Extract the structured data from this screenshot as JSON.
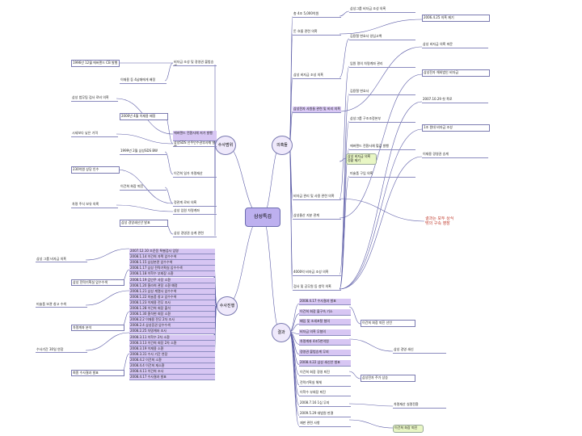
{
  "root": "삼성특검",
  "hubs": {
    "top": "의혹들",
    "left": "수사범위",
    "lower_left": "수사진행",
    "lower_right": "결과"
  },
  "top_branches": [
    "총 4조 5,000억원",
    "돈 흐름 관련 의혹",
    "삼성 비자금 조성 의혹",
    "삼성전자 사원들 관련 및 비리 의혹",
    "비자금 관리 및 사용 관련 의혹",
    "삼성물산 지분 관계",
    "4000억 비자금 조성 의혹",
    "검사 및 공무원 등 청탁 의혹"
  ],
  "top_notes": [
    "삼성그룹 비자금 조성 의혹",
    "2006.4.25 의혹 제기",
    "김용철 변호사 양심고백",
    "삼성 비자금 의혹 파문",
    "임원 명의 차명계좌 관리",
    "삼성전자 해외법인 비자금",
    "김용철 변호사",
    "2007.10.29 첫 폭로",
    "삼성그룹 구조조정본부",
    "1조 원대 비자금 조성",
    "에버랜드 전환사채 헐값 발행",
    "이재용 경영권 승계",
    "미술품 구입 의혹"
  ],
  "left_branches": [
    "비자금 조성 및 경영권 불법승계",
    "에버랜드 전환사채 저가 발행",
    "삼성SDS 신주인수권부사채 발행",
    "이건희 일가 차명재산",
    "정관계 로비 의혹",
    "삼성 임원 차명계좌",
    "삼성 경영권 승계 관련"
  ],
  "left_notes": [
    "1996년 12월 에버랜드 CB 발행",
    "이재용 등 4남매에게 배정",
    "삼성 법무팀 검사 로비 의혹",
    "2000년 4월 이재용 배정",
    "시세보다 낮은 가격",
    "1999년 2월 삼성SDS BW",
    "230억원 상당 인수",
    "이건희 회장 퇴진",
    "차명 주식 보유 의혹",
    "삼성 경영쇄신안 발표"
  ],
  "timeline": [
    "2007.12.10 조준웅 특별검사 임명",
    "2008.1.14 이건희 자택 압수수색",
    "2008.1.15 삼성본관 압수수색",
    "2008.1.17 삼성 전략기획실 압수수색",
    "2008.1.18 이학수 부회장 소환",
    "2008.1.19 김인주 사장 소환",
    "2008.1.20 홍라희 관장 소환 예정",
    "2008.1.21 삼성 계열사 압수수색",
    "2008.1.22 미술품 창고 압수수색",
    "2008.1.23 이재용 전무 조사",
    "2008.1.28 이건희 회장 출석",
    "2008.1.30 홍석현 회장 소환",
    "2008.2.2 이재용 전무 2차 조사",
    "2008.2.4 삼성증권 압수수색",
    "2008.2.25 차명계좌 조사",
    "2008.3.11 이학수 2차 소환",
    "2008.3.13 이건희 회장 2차 소환",
    "2008.3.19 이재용 소환",
    "2008.3.31 수사 기간 연장",
    "2008.4.2 이건희 소환",
    "2008.4.4 이건희 재소환",
    "2008.4.11 이건희 조사",
    "2008.4.17 수사결과 발표"
  ],
  "timeline_notes": [
    "삼성 그룹 비자금 의혹",
    "삼성 전략기획실 압수수색",
    "미술품 보관 창고 수색",
    "차명계좌 분석",
    "수사기간 30일 연장",
    "최종 수사결과 발표"
  ],
  "results": [
    "2008.4.17 수사결과 발표",
    "이건희 회장 불구속 기소",
    "배임 및 조세포탈 혐의",
    "비자금 의혹 무혐의",
    "차명계좌 4조5천억원",
    "경영권 불법승계 무죄",
    "2008.4.22 삼성 쇄신안 발표",
    "이건희 회장 경영 퇴진",
    "전략기획실 해체",
    "이학수 부회장 퇴진",
    "2008.7.16 1심 무죄",
    "2009.5.29 대법원 판결",
    "재판 관련 사항"
  ],
  "results_notes": [
    "이건희 회장 퇴진 선언",
    "삼성 경영 쇄신",
    "삼성전자 주가 상승",
    "차명재산 실명전환"
  ],
  "red_note": "결과는 모두 상식\n밖의 구속 영장",
  "green_notes": [
    "삼성 비자금 의혹\n정황 제기",
    "이건희 회장 퇴진"
  ],
  "colors": {
    "line": "#5e5ea8",
    "highlight": "#d7c6f3",
    "hub": "#efe9fb",
    "root": "#bdb0ef"
  }
}
